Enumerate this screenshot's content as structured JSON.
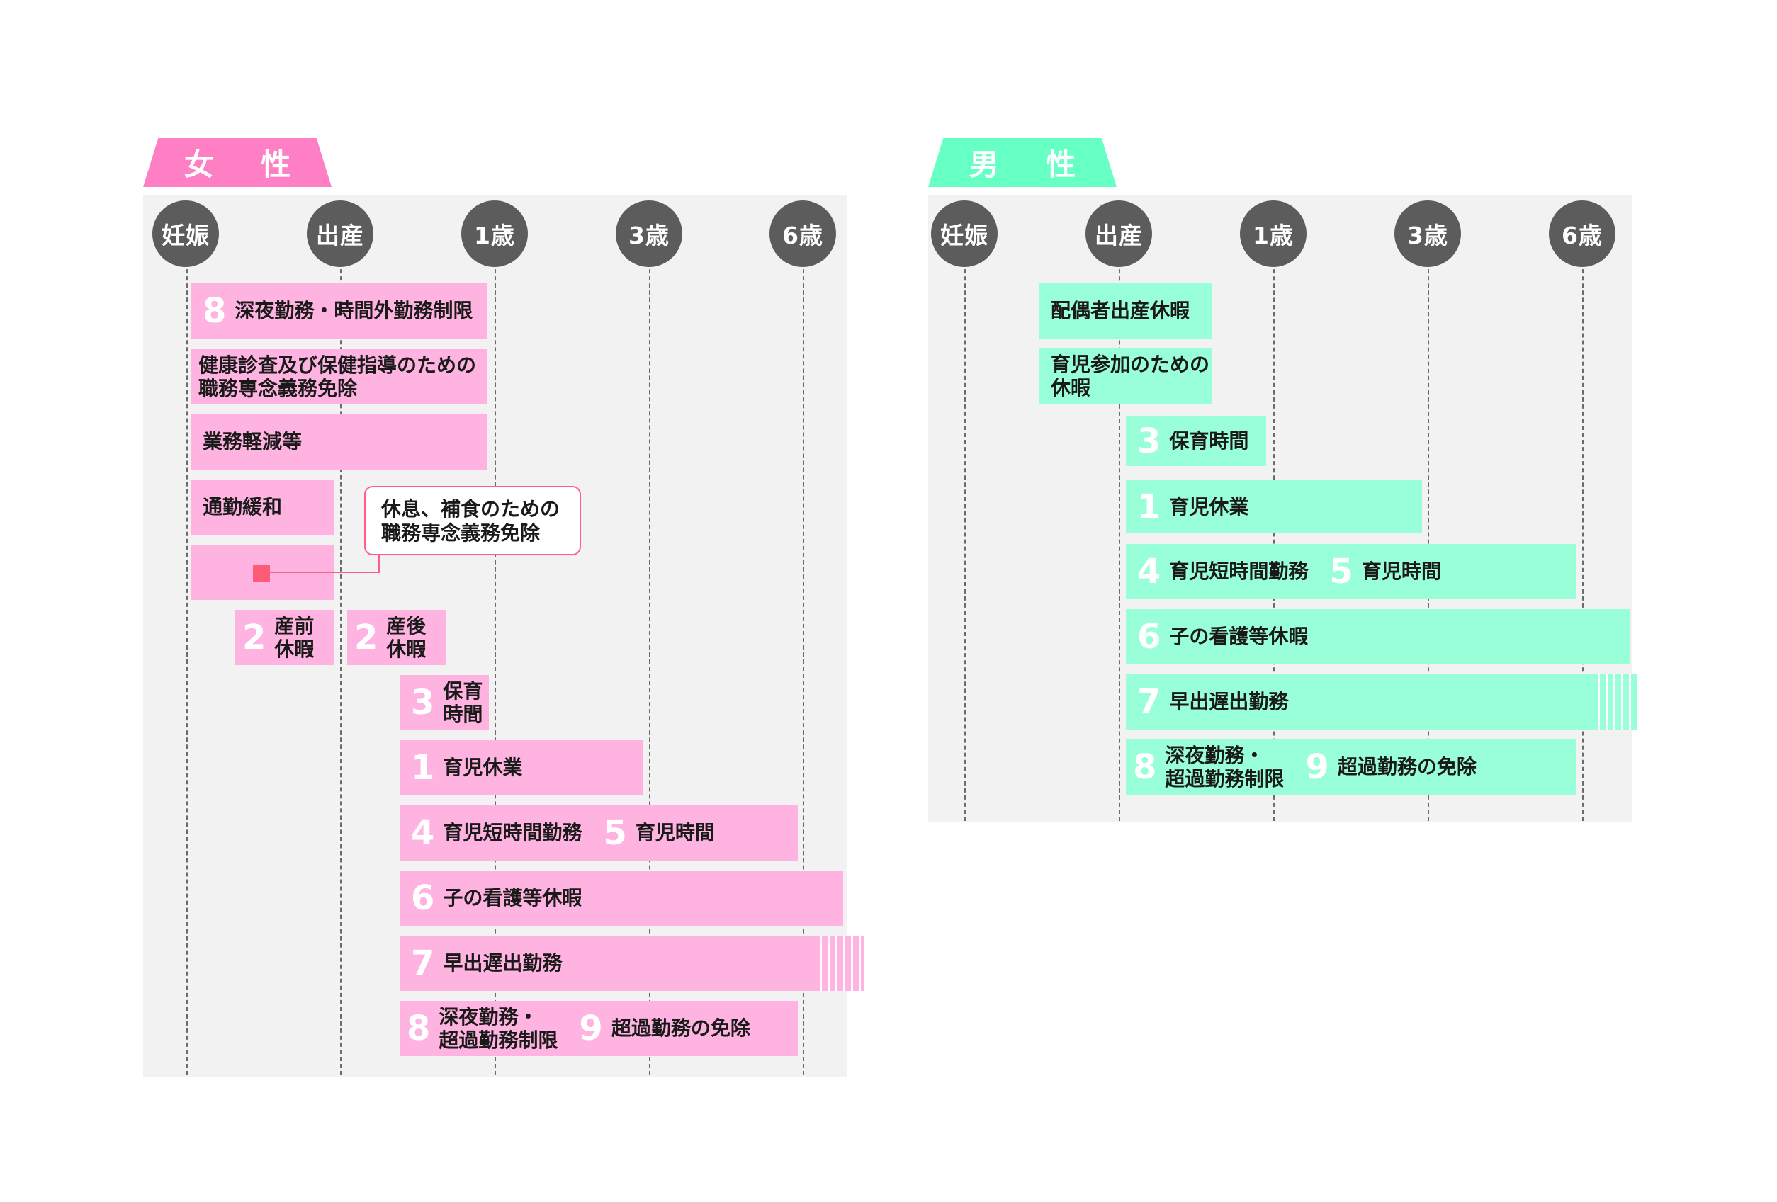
{
  "female": {
    "tab_label": "女 性",
    "color": "#ff7fc5",
    "bar_color": "#ffb3e0",
    "stages": [
      "妊娠",
      "出産",
      "1歳",
      "3歳",
      "6歳"
    ],
    "items": [
      {
        "num": "8",
        "label": "深夜勤務・時間外勤務制限"
      },
      {
        "label_line1": "健康診査及び保健指導のための",
        "label_line2": "職務専念義務免除"
      },
      {
        "label": "業務軽減等"
      },
      {
        "label": "通勤緩和"
      },
      {
        "num": "2",
        "label_line1": "産前",
        "label_line2": "休暇"
      },
      {
        "num": "2",
        "label_line1": "産後",
        "label_line2": "休暇"
      },
      {
        "num": "3",
        "label": "保育時間"
      },
      {
        "num": "1",
        "label": "育児休業"
      },
      {
        "num": "4",
        "label": "育児短時間勤務",
        "num2": "5",
        "label2": "育児時間"
      },
      {
        "num": "6",
        "label": "子の看護等休暇"
      },
      {
        "num": "7",
        "label": "早出遅出勤務"
      },
      {
        "num": "8",
        "label_line1": "深夜勤務・",
        "label_line2": "超過勤務制限",
        "num2": "9",
        "label2": "超過勤務の免除"
      }
    ],
    "callout": {
      "line1": "休息、補食のための",
      "line2": "職務専念義務免除"
    }
  },
  "male": {
    "tab_label": "男 性",
    "color": "#66ffc4",
    "bar_color": "#99ffd8",
    "stages": [
      "妊娠",
      "出産",
      "1歳",
      "3歳",
      "6歳"
    ],
    "items": [
      {
        "label": "配偶者出産休暇"
      },
      {
        "label_line1": "育児参加のための",
        "label_line2": "休暇"
      },
      {
        "num": "3",
        "label": "保育時間"
      },
      {
        "num": "1",
        "label": "育児休業"
      },
      {
        "num": "4",
        "label": "育児短時間勤務",
        "num2": "5",
        "label2": "育児時間"
      },
      {
        "num": "6",
        "label": "子の看護等休暇"
      },
      {
        "num": "7",
        "label": "早出遅出勤務"
      },
      {
        "num": "8",
        "label_line1": "深夜勤務・",
        "label_line2": "超過勤務制限",
        "num2": "9",
        "label2": "超過勤務の免除"
      }
    ]
  }
}
